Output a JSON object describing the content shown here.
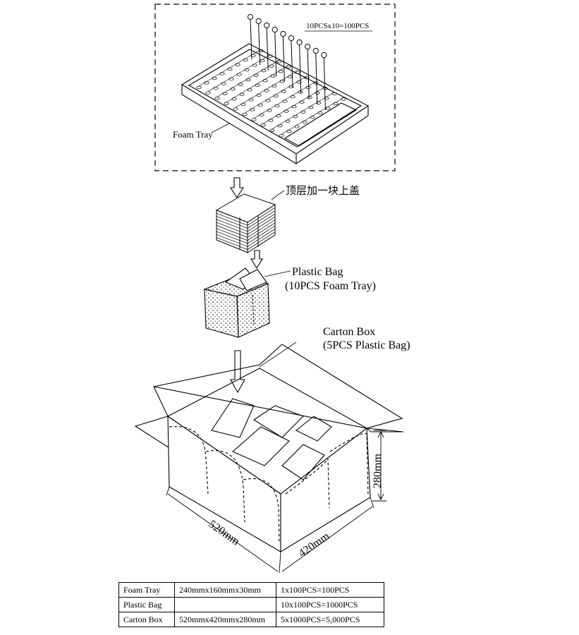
{
  "tray_section": {
    "quantity_note": "10PCSx10=100PCS",
    "foam_tray_label": "Foam Tray"
  },
  "lid_note": "顶层加一块上盖",
  "plastic_bag": {
    "title": "Plastic Bag",
    "detail": "(10PCS Foam Tray)"
  },
  "carton_box": {
    "title": "Carton Box",
    "detail": "(5PCS Plastic Bag)"
  },
  "dimensions": {
    "length": "520mm",
    "width": "420mm",
    "height": "280mm"
  },
  "spec_table": {
    "rows": [
      {
        "item": "Foam Tray",
        "size": "240mmx160mmx30mm",
        "qty": "1x100PCS=100PCS"
      },
      {
        "item": "Plastic Bag",
        "size": "",
        "qty": "10x100PCS=1000PCS"
      },
      {
        "item": "Carton Box",
        "size": "520mmx420mmx280mm",
        "qty": "5x1000PCS=5,000PCS"
      }
    ]
  }
}
